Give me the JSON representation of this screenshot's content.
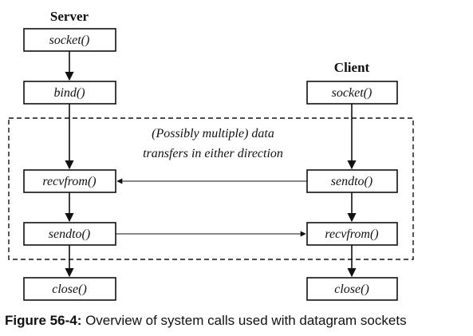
{
  "server": {
    "heading": "Server",
    "steps": [
      "socket()",
      "bind()",
      "recvfrom()",
      "sendto()",
      "close()"
    ]
  },
  "client": {
    "heading": "Client",
    "steps": [
      "socket()",
      "sendto()",
      "recvfrom()",
      "close()"
    ]
  },
  "transfer_note": {
    "line1": "(Possibly multiple) data",
    "line2": "transfers in either direction"
  },
  "caption": {
    "figure_label": "Figure 56-4:",
    "text": " Overview of system calls used with datagram sockets"
  }
}
